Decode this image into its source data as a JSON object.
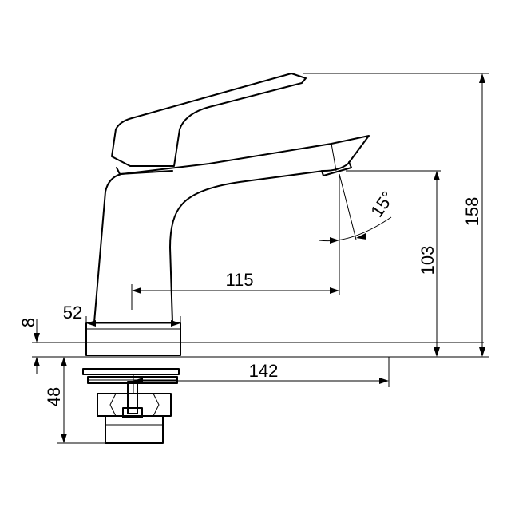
{
  "dimensions": {
    "overall_height": "158",
    "spout_height": "103",
    "reach_to_outlet": "115",
    "reach_to_deck_edge": "142",
    "base_diameter": "52",
    "base_thickness": "8",
    "shank_length": "48",
    "outlet_angle": "15°"
  }
}
